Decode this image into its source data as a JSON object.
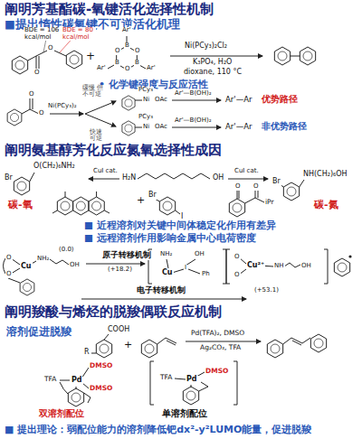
{
  "diagram": {
    "labels": [
      "阐明芳基酯碳-氧键活化选择性机制",
      "■提出惰性碳氧键不可逆活化机理",
      "BDE = 106 kcal/mol",
      "BDE = 80 kcal/mol",
      "O",
      "O",
      "+",
      "B",
      "O",
      "B",
      "O",
      "B",
      "O",
      "Ar'",
      "Ar'",
      "Ar'",
      "Ni(PCy₃)₂Cl₂",
      "K₃PO₄, H₂O",
      "dioxane, 110 °C",
      "• 化学键强度与反应活性",
      "O",
      "O",
      "Ni(PCy₃)₂",
      "缓慢 但不可逆",
      "快速 可逆",
      "PCy₃",
      "Ni",
      "OAc",
      "Ar'—B(OH)₂",
      "Ar'—Ar",
      "优势路径",
      "PCy₃",
      "Ni",
      "OAc",
      "Ar'—B(OH)₂",
      "Ar'—Ar",
      "非优势路径",
      "阐明氨基醇芳化反应氮氧选择性成因",
      "Br",
      "O(CH₂)₆NH₂",
      "CuI cat.",
      "H₂N",
      "OH",
      "CuI cat.",
      "Br",
      "NH(CH₂)₆OH",
      "+",
      "Br",
      "I",
      "碳-氧",
      "O",
      "O",
      "iPr",
      "碳-氮",
      "■ 近程溶剂对关键中间体稳定化作用有差异",
      "■ 远程溶剂作用影响金属中心电荷密度",
      "(0.0)",
      "O",
      "O",
      "Cu",
      "NH₂",
      "OH",
      "原子转移机制",
      "(+18.2)",
      "NH₂",
      "OH",
      "Cu",
      "I",
      "Ph",
      "O",
      "O",
      "Cu²⁺",
      "NH",
      "OH",
      "电子转移机制",
      "(+53.1)",
      "阐明羧酸与烯烃的脱羧偶联反应机制",
      "溶剂促进脱羧",
      "COOH",
      "R",
      "+",
      "Pd(TFA)₂, DMSO",
      "Ag₂CO₃, TFA",
      "DMSO",
      "TFA",
      "Pd",
      "DMSO",
      "双溶剂配位",
      "TFA",
      "Pd",
      "DMSO",
      "单溶剂配位",
      "■ 提出理论：弱配位能力的溶剂降低钯dx²-y²LUMO能量，促进脱羧"
    ]
  }
}
